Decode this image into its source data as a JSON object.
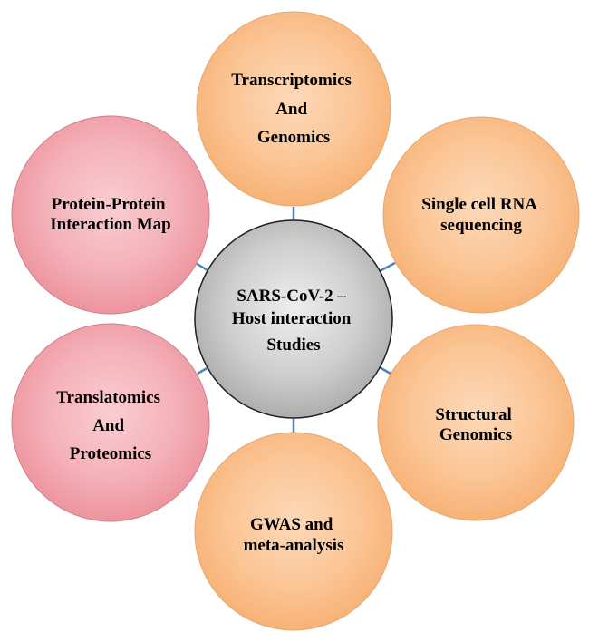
{
  "center": {
    "lines": [
      "SARS-CoV-2 –",
      "Host interaction",
      "Studies"
    ],
    "color": "#b9b9b9"
  },
  "nodes": [
    {
      "id": "transcriptomics",
      "lines": [
        "Transcriptomics",
        "And",
        "Genomics"
      ],
      "color": "#f9b97f"
    },
    {
      "id": "single-cell",
      "lines": [
        "Single cell RNA",
        "sequencing"
      ],
      "color": "#f9b97f"
    },
    {
      "id": "structural",
      "lines": [
        "Structural",
        "Genomics"
      ],
      "color": "#f9b97f"
    },
    {
      "id": "gwas",
      "lines": [
        "GWAS and",
        "meta-analysis"
      ],
      "color": "#f9b97f"
    },
    {
      "id": "translatomics",
      "lines": [
        "Translatomics",
        "And",
        "Proteomics"
      ],
      "color": "#f19aa4"
    },
    {
      "id": "ppi",
      "lines": [
        "Protein-Protein",
        "Interaction Map"
      ],
      "color": "#f19aa4"
    }
  ],
  "colors": {
    "connector": "#4f81bd",
    "orange": "#f9b97f",
    "red": "#f19aa4",
    "grey": "#b9b9b9"
  }
}
